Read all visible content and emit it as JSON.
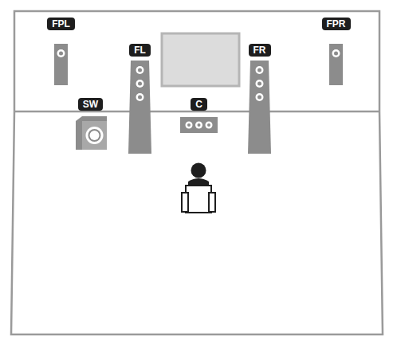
{
  "diagram": {
    "nodes": [
      {
        "text": [
          "FPL"
        ]
      },
      {
        "text": [
          "FPR"
        ]
      },
      {
        "text": [
          "FL"
        ]
      },
      {
        "text": [
          "FR"
        ]
      },
      {
        "text": [
          "SW"
        ]
      },
      {
        "text": [
          "C"
        ]
      }
    ]
  }
}
